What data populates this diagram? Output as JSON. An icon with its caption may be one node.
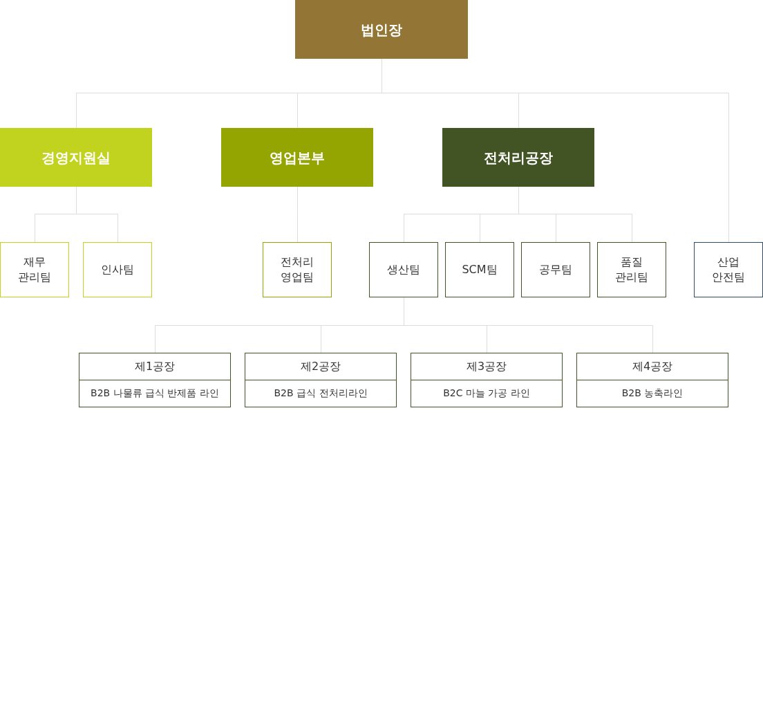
{
  "diagram": {
    "nodes": [
      {
        "text": [
          "법인장"
        ]
      },
      {
        "text": [
          "경영지원실"
        ]
      },
      {
        "text": [
          "영업본부"
        ]
      },
      {
        "text": [
          "전처리공장"
        ]
      },
      {
        "text": [
          "재무 관리팀"
        ]
      },
      {
        "text": [
          "인사팀"
        ]
      },
      {
        "text": [
          "전처리 영업팀"
        ]
      },
      {
        "text": [
          "생산팀"
        ]
      },
      {
        "text": [
          "SCM팀"
        ]
      },
      {
        "text": [
          "공무팀"
        ]
      },
      {
        "text": [
          "품질 관리팀"
        ]
      },
      {
        "text": [
          "산업 안전팀"
        ]
      },
      {
        "text": [
          "제1공장",
          "B2B 나물류 급식 반제품 라인"
        ]
      },
      {
        "text": [
          "제2공장",
          "B2B 급식 전처리라인"
        ]
      },
      {
        "text": [
          "제3공장",
          "B2C 마늘 가공 라인"
        ]
      },
      {
        "text": [
          "제4공장",
          "B2B 농축라인"
        ]
      }
    ],
    "edges": [
      {
        "from": 0,
        "to": 1,
        "arrow": "none"
      },
      {
        "from": 0,
        "to": 2,
        "arrow": "none"
      },
      {
        "from": 0,
        "to": 3,
        "arrow": "none"
      },
      {
        "from": 0,
        "to": 11,
        "arrow": "none"
      },
      {
        "from": 1,
        "to": 4,
        "arrow": "none"
      },
      {
        "from": 1,
        "to": 5,
        "arrow": "none"
      },
      {
        "from": 2,
        "to": 6,
        "arrow": "none"
      },
      {
        "from": 3,
        "to": 7,
        "arrow": "none"
      },
      {
        "from": 3,
        "to": 8,
        "arrow": "none"
      },
      {
        "from": 3,
        "to": 9,
        "arrow": "none"
      },
      {
        "from": 3,
        "to": 10,
        "arrow": "none"
      },
      {
        "from": 7,
        "to": 12,
        "arrow": "none"
      },
      {
        "from": 7,
        "to": 13,
        "arrow": "none"
      },
      {
        "from": 7,
        "to": 14,
        "arrow": "none"
      },
      {
        "from": 7,
        "to": 15,
        "arrow": "none"
      }
    ]
  }
}
